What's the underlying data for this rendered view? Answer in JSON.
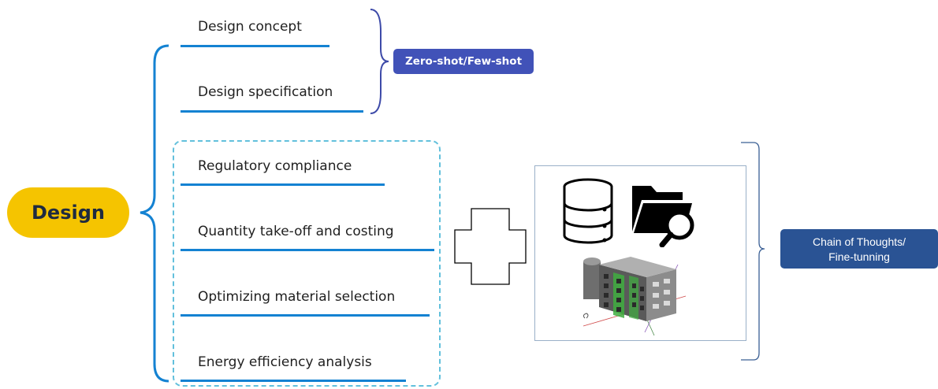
{
  "root": {
    "label": "Design"
  },
  "top_group": {
    "items": [
      {
        "label": "Design concept"
      },
      {
        "label": "Design specification"
      }
    ],
    "tag": "Zero-shot/Few-shot"
  },
  "bottom_group": {
    "items": [
      {
        "label": "Regulatory compliance"
      },
      {
        "label": "Quantity take-off and costing"
      },
      {
        "label": "Optimizing material selection"
      },
      {
        "label": "Energy efficiency analysis"
      }
    ],
    "tag_line1": "Chain of Thoughts/",
    "tag_line2": "Fine-tunning"
  },
  "icons": [
    "database-icon",
    "folder-search-icon",
    "building-model-icon",
    "plus-outline-icon"
  ],
  "colors": {
    "root_fill": "#f5c400",
    "branch_blue": "#1482d2",
    "dashed_border": "#62c0dc",
    "tag_zero_fill": "#4152b8",
    "tag_cot_fill": "#2a5394",
    "brace_purple": "#3d4aa8",
    "brace_right": "#3a5f94"
  }
}
